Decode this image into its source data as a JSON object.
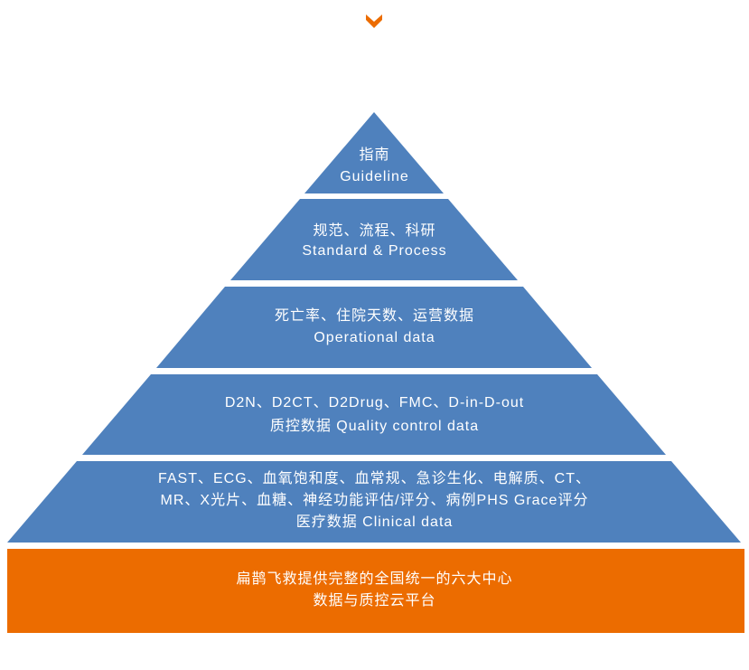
{
  "colors": {
    "layer": "#4f81bd",
    "base": "#ec6c00",
    "chevron": "#ec6c00",
    "text": "#ffffff"
  },
  "chevron_icon": "chevron-down-icon",
  "layers": [
    {
      "lines": [
        "指南",
        "Guideline"
      ]
    },
    {
      "lines": [
        "规范、流程、科研",
        "Standard & Process"
      ]
    },
    {
      "lines": [
        "死亡率、住院天数、运营数据",
        "Operational data"
      ]
    },
    {
      "lines": [
        "D2N、D2CT、D2Drug、FMC、D-in-D-out",
        "质控数据  Quality control data"
      ]
    },
    {
      "lines": [
        "FAST、ECG、血氧饱和度、血常规、急诊生化、电解质、CT、",
        "MR、X光片、血糖、神经功能评估/评分、病例PHS Grace评分",
        "医疗数据  Clinical data"
      ]
    }
  ],
  "base": {
    "lines": [
      "扁鹊飞救提供完整的全国统一的六大中心",
      "数据与质控云平台"
    ]
  }
}
